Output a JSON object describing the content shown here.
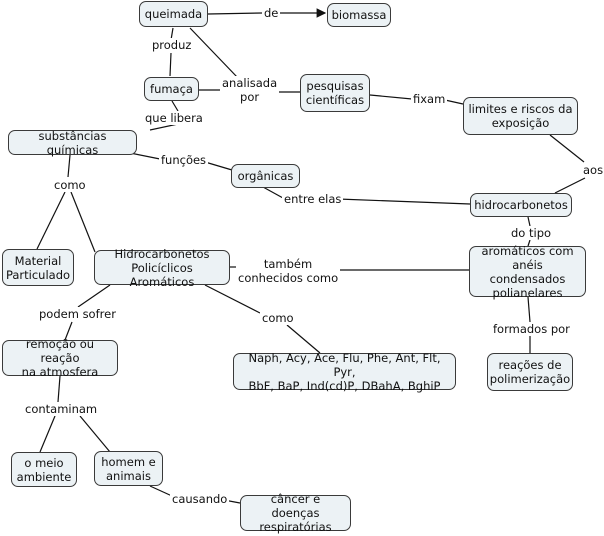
{
  "nodes": {
    "queimada": "queimada",
    "biomassa": "biomassa",
    "fumaca": "fumaça",
    "pesquisas": "pesquisas\ncientíficas",
    "limites": "limites e riscos da\nexposição",
    "substancias": "substâncias químicas",
    "organicas": "orgânicas",
    "hidrocarbonetos": "hidrocarbonetos",
    "material": "Material\nParticulado",
    "hpa": "Hidrocarbonetos\nPolicíclicos Aromáticos",
    "aromaticos": "aromáticos com\nanéis condensados\npolianelares",
    "remocao": "remoção ou reação\nna atmosfera",
    "lista": "Naph, Acy, Ace, Flu, Phe, Ant, Flt, Pyr,\nBbF, BaP, Ind(cd)P, DBahA, BghiP",
    "reacoes": "reações de\npolimerização",
    "meio": "o meio\nambiente",
    "homem": "homem e\nanimais",
    "cancer": "câncer e doenças\nrespiratórias"
  },
  "links": {
    "de": "de",
    "produz": "produz",
    "analisada": "analisada\npor",
    "fixam": "fixam",
    "libera": "que libera",
    "funcoes": "funções",
    "aos": "aos",
    "entre": "entre elas",
    "como1": "como",
    "dotipo": "do tipo",
    "tambem": "também\nconhecidos como",
    "podem": "podem sofrer",
    "como2": "como",
    "formados": "formados por",
    "contaminam": "contaminam",
    "causando": "causando"
  }
}
